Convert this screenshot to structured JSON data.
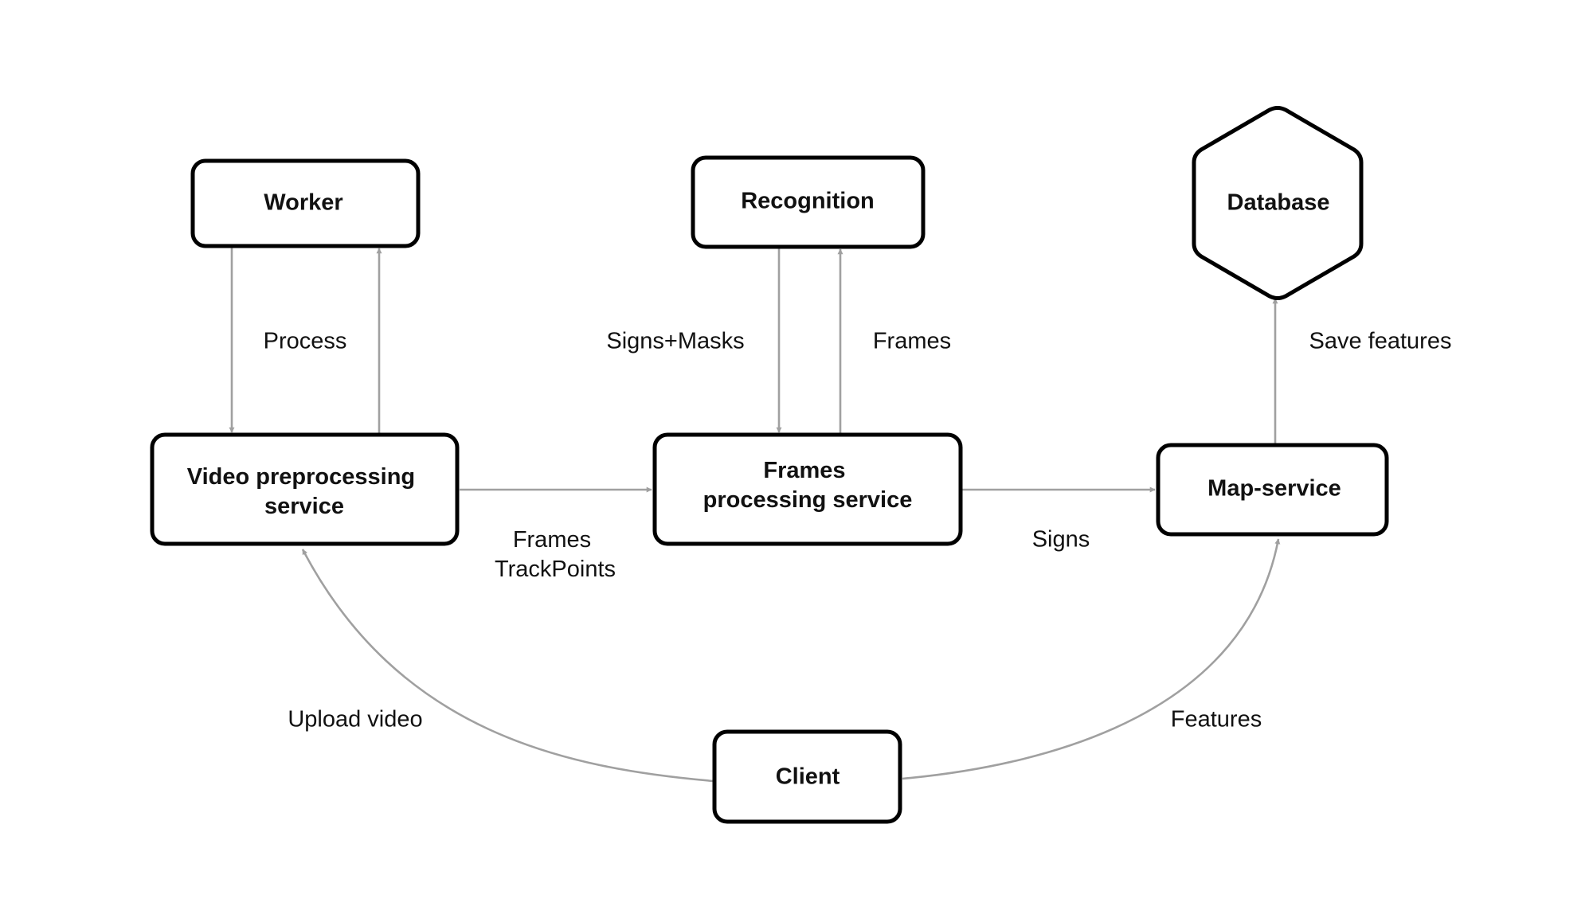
{
  "nodes": {
    "worker": "Worker",
    "recognition": "Recognition",
    "database": "Database",
    "video_preprocessing": [
      "Video preprocessing",
      "service"
    ],
    "frames_processing": [
      "Frames",
      "processing service"
    ],
    "map_service": "Map-service",
    "client": "Client"
  },
  "edges": {
    "process": "Process",
    "signs_masks": "Signs+Masks",
    "frames_to_recognition": "Frames",
    "save_features": "Save features",
    "frames_trackpoints": [
      "Frames",
      "TrackPoints"
    ],
    "signs": "Signs",
    "upload_video": "Upload video",
    "features": "Features"
  },
  "colors": {
    "node_border": "#000000",
    "edge_line": "#a0a0a0",
    "text": "#111111",
    "background": "#ffffff"
  }
}
